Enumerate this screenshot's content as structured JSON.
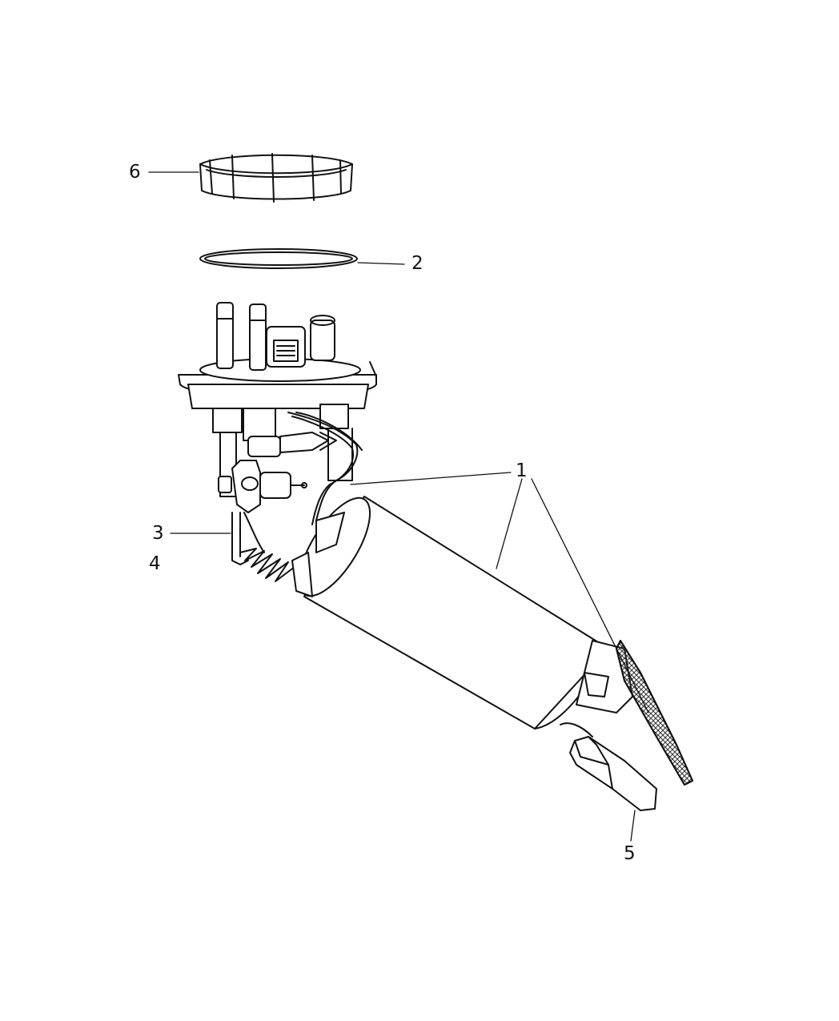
{
  "diagram": {
    "callouts": {
      "c1": "1",
      "c2": "2",
      "c3": "3",
      "c4": "4",
      "c5": "5",
      "c6": "6"
    },
    "colors": {
      "stroke": "#111111",
      "background": "#ffffff",
      "hatch": "#333333"
    }
  }
}
